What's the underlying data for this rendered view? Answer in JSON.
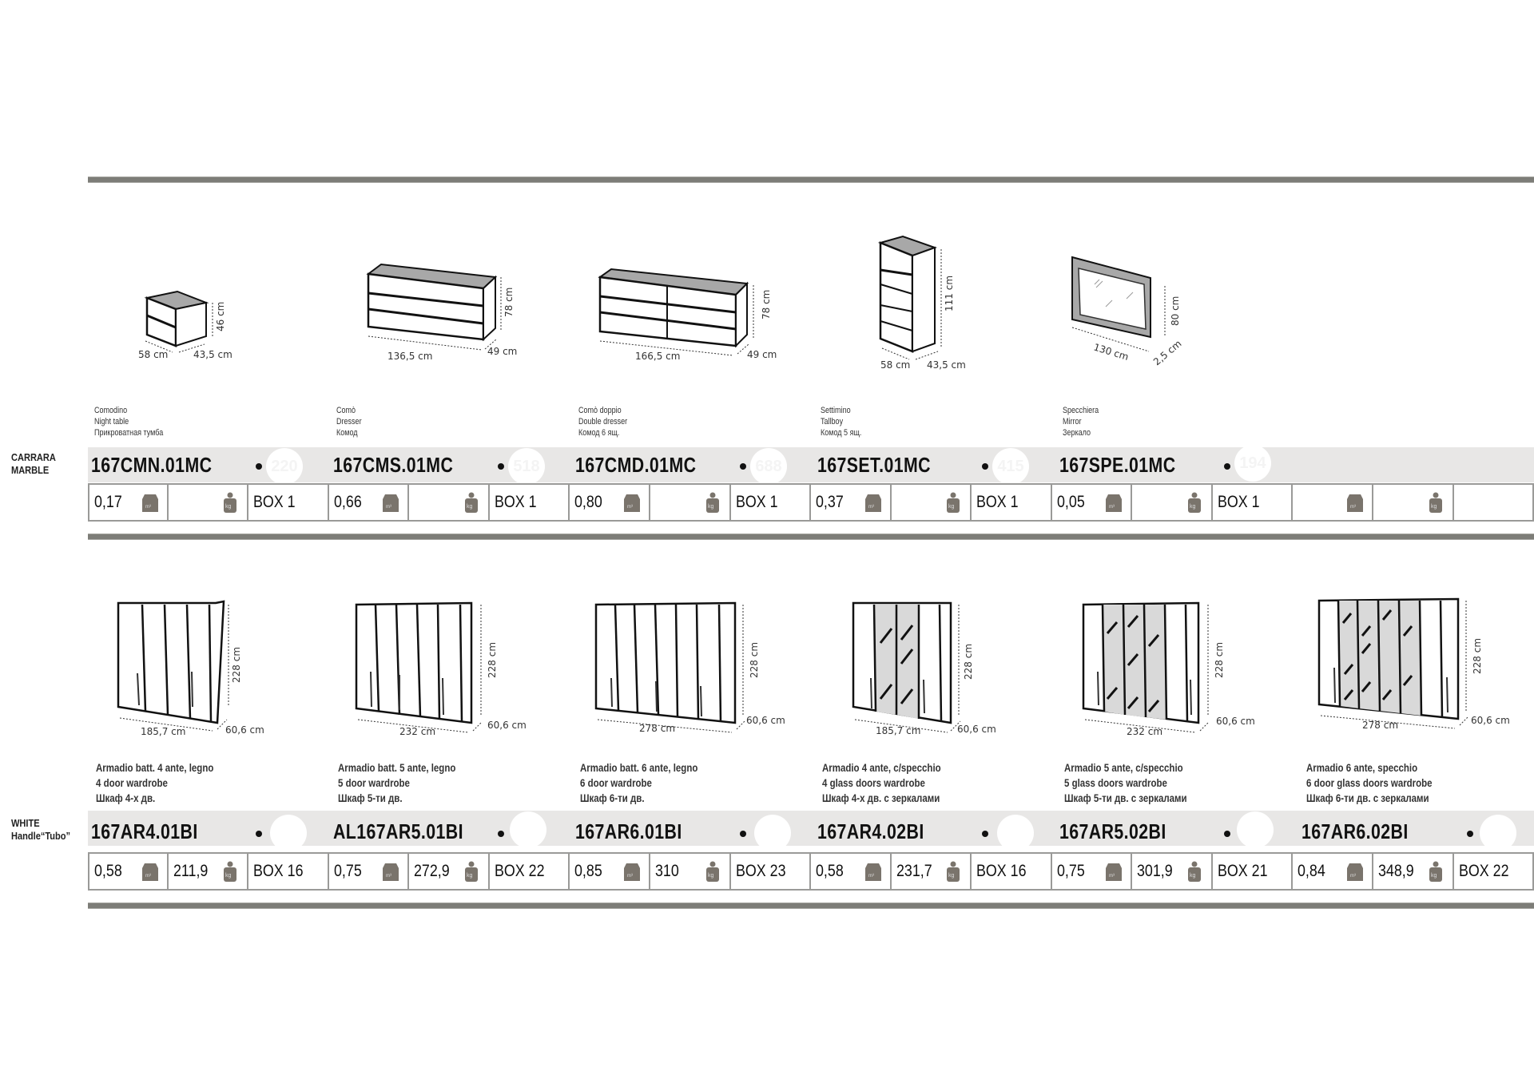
{
  "sections": [
    {
      "finish_lines": [
        "CARRARA",
        "MARBLE"
      ],
      "items": [
        {
          "desc": [
            "Comodino",
            "Night table",
            "Прикроватная тумба"
          ],
          "code": "167CMN.01MC",
          "price": "220",
          "volume": "0,17",
          "weight": "",
          "box": "BOX 1",
          "dims": {
            "w": "58 cm",
            "d": "43,5 cm",
            "h": "46 cm"
          },
          "drawing": "night-table"
        },
        {
          "desc": [
            "Comò",
            "Dresser",
            "Комод"
          ],
          "code": "167CMS.01MC",
          "price": "518",
          "volume": "0,66",
          "weight": "",
          "box": "BOX 1",
          "dims": {
            "w": "136,5 cm",
            "d": "49 cm",
            "h": "78 cm"
          },
          "drawing": "dresser"
        },
        {
          "desc": [
            "Comò doppio",
            "Double dresser",
            "Комод 6 ящ."
          ],
          "code": "167CMD.01MC",
          "price": "688",
          "volume": "0,80",
          "weight": "",
          "box": "BOX 1",
          "dims": {
            "w": "166,5 cm",
            "d": "49 cm",
            "h": "78 cm"
          },
          "drawing": "double-dresser"
        },
        {
          "desc": [
            "Settimino",
            "Tallboy",
            "Комод 5 ящ."
          ],
          "code": "167SET.01MC",
          "price": "415",
          "volume": "0,37",
          "weight": "",
          "box": "BOX 1",
          "dims": {
            "w": "58 cm",
            "d": "43,5 cm",
            "h": "111 cm"
          },
          "drawing": "tallboy"
        },
        {
          "desc": [
            "Specchiera",
            "Mirror",
            "Зеркало"
          ],
          "code": "167SPE.01MC",
          "price": "194",
          "volume": "0,05",
          "weight": "",
          "box": "BOX 1",
          "dims": {
            "w": "130 cm",
            "d": "2,5 cm",
            "h": "80 cm"
          },
          "drawing": "mirror"
        },
        {
          "desc": [
            "",
            "",
            ""
          ],
          "code": "",
          "price": "",
          "volume": "",
          "weight": "",
          "box": "",
          "drawing": "empty"
        }
      ]
    },
    {
      "finish_lines": [
        "WHITE",
        "Handle“Tubo”"
      ],
      "items": [
        {
          "desc": [
            "Armadio batt. 4 ante, legno",
            "4 door wardrobe",
            "Шкаф 4-х дв."
          ],
          "code": "167AR4.01BI",
          "price": "",
          "volume": "0,58",
          "weight": "211,9",
          "box": "BOX 16",
          "dims": {
            "w": "185,7 cm",
            "d": "60,6 cm",
            "h": "228 cm"
          },
          "drawing": "wardrobe-4"
        },
        {
          "desc": [
            "Armadio batt. 5 ante, legno",
            "5 door wardrobe",
            "Шкаф 5-ти дв."
          ],
          "code": "AL167AR5.01BI",
          "price": "",
          "volume": "0,75",
          "weight": "272,9",
          "box": "BOX 22",
          "dims": {
            "w": "232 cm",
            "d": "60,6 cm",
            "h": "228 cm"
          },
          "drawing": "wardrobe-5"
        },
        {
          "desc": [
            "Armadio batt. 6 ante, legno",
            "6 door wardrobe",
            "Шкаф 6-ти дв."
          ],
          "code": "167AR6.01BI",
          "price": "",
          "volume": "0,85",
          "weight": "310",
          "box": "BOX 23",
          "dims": {
            "w": "278 cm",
            "d": "60,6 cm",
            "h": "228 cm"
          },
          "drawing": "wardrobe-6"
        },
        {
          "desc": [
            "Armadio 4 ante, c/specchio",
            "4 glass doors wardrobe",
            "Шкаф 4-х дв. с зеркалами"
          ],
          "code": "167AR4.02BI",
          "price": "",
          "volume": "0,58",
          "weight": "231,7",
          "box": "BOX 16",
          "dims": {
            "w": "185,7 cm",
            "d": "60,6 cm",
            "h": "228 cm"
          },
          "drawing": "wardrobe-4-mirror"
        },
        {
          "desc": [
            "Armadio 5 ante, c/specchio",
            "5 glass doors wardrobe",
            "Шкаф 5-ти дв. с зеркалами"
          ],
          "code": "167AR5.02BI",
          "price": "",
          "volume": "0,75",
          "weight": "301,9",
          "box": "BOX 21",
          "dims": {
            "w": "232 cm",
            "d": "60,6 cm",
            "h": "228 cm"
          },
          "drawing": "wardrobe-5-mirror"
        },
        {
          "desc": [
            "Armadio 6 ante, specchio",
            "6 door glass doors wardrobe",
            "Шкаф 6-ти дв. с зеркалами"
          ],
          "code": "167AR6.02BI",
          "price": "",
          "volume": "0,84",
          "weight": "348,9",
          "box": "BOX 22",
          "dims": {
            "w": "278 cm",
            "d": "60,6 cm",
            "h": "228 cm"
          },
          "drawing": "wardrobe-6-mirror"
        }
      ]
    }
  ],
  "icons": {
    "volume": "volume-m3-icon",
    "weight": "weight-kg-icon"
  },
  "colors": {
    "rule": "#7d7d78",
    "band": "#e8e7e6",
    "cell_border": "#9a9a98",
    "icon": "#7a746c"
  }
}
